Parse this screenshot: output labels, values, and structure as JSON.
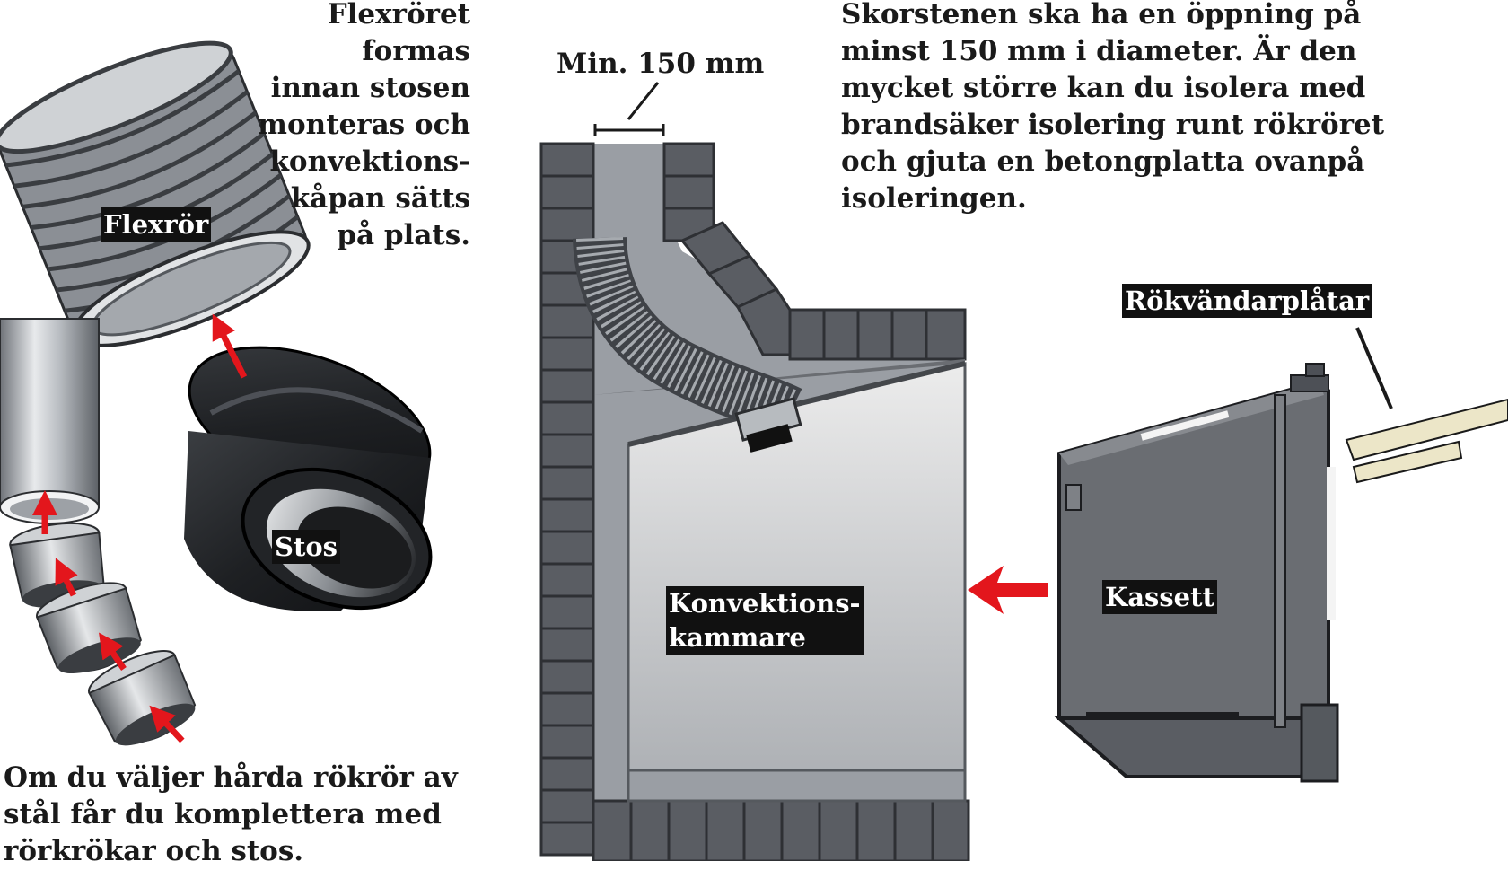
{
  "captions": {
    "flexror_note": "Flexröret formas\ninnan stosen\nmonteras och\nkonvektions-\nkåpan sätts\npå plats.",
    "chimney_note": "Skorstenen ska ha en öppning på\nminst 150 mm i diameter. Är den\nmycket större kan du isolera med\nbrandsäker isolering runt rökröret\noch gjuta en betongplatta ovanpå\nisoleringen.",
    "steel_pipe_note": "Om du väljer hårda rökrör av\nstål får du komplettera med\nrörkrökar och stos.",
    "min_diameter": "Min. 150 mm"
  },
  "labels": {
    "flexror": "Flexrör",
    "stos": "Stos",
    "kassett": "Kassett",
    "rokvandarplatar": "Rökvändarplåtar",
    "konvektionskammare": "Konvektions-\nkammare"
  },
  "colors": {
    "brick": "#5a5d63",
    "brick_mortar": "#2e3034",
    "flue": "#9a9ea4",
    "arrow": "#e3161c",
    "cassette": "#6a6d72",
    "plate": "#ece6c8"
  }
}
